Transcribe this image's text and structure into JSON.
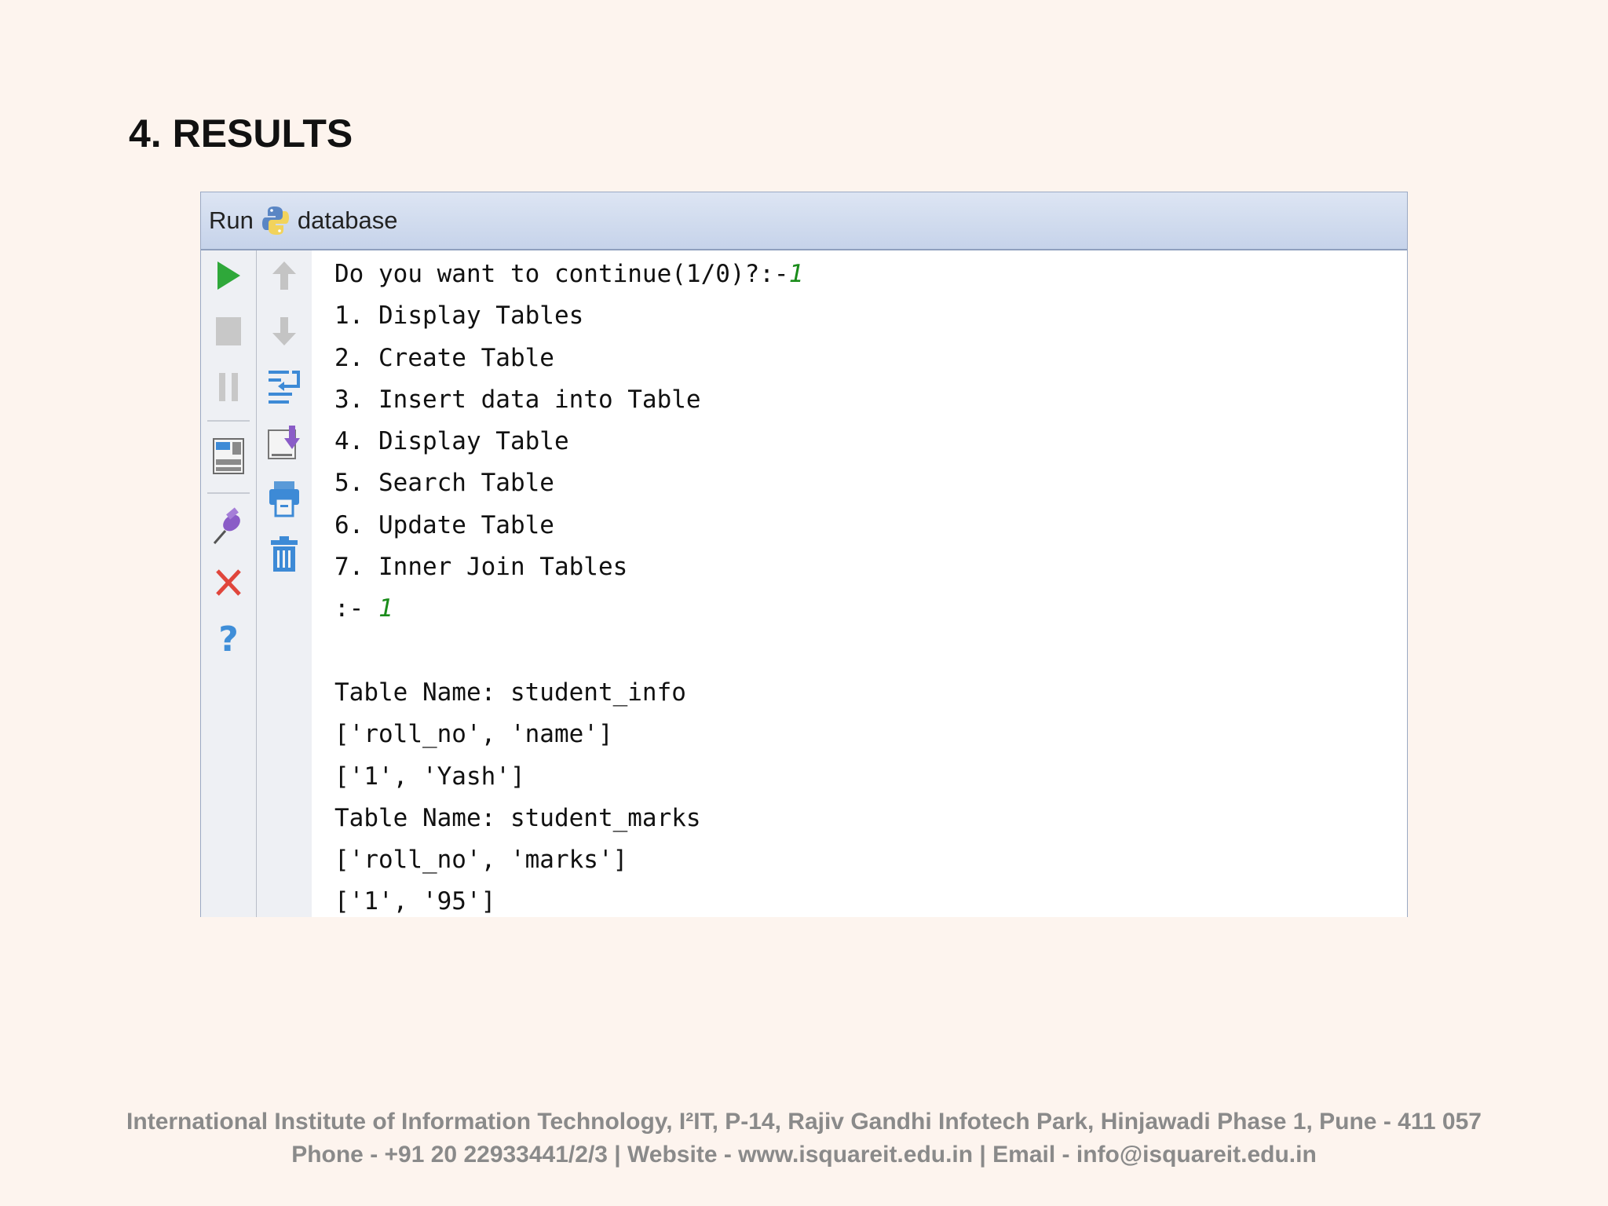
{
  "slide": {
    "title": "4. RESULTS"
  },
  "run_panel": {
    "run_label": "Run",
    "config_name": "database",
    "colors": {
      "header": "#c6d3ea",
      "toolbar": "#eef0f4",
      "input_text": "#1a8c1a"
    },
    "toolbar_left": [
      "rerun-icon",
      "stop-icon",
      "pause-icon",
      "restore-layout-icon",
      "pin-icon",
      "close-icon",
      "help-icon"
    ],
    "toolbar_right": [
      "up-arrow-icon",
      "down-arrow-icon",
      "soft-wrap-icon",
      "scroll-to-end-icon",
      "print-icon",
      "clear-all-icon"
    ]
  },
  "console": {
    "lines": [
      {
        "text": "Do you want to continue(1/0)?:-",
        "input": "1"
      },
      {
        "text": "1. Display Tables",
        "input": ""
      },
      {
        "text": "2. Create Table",
        "input": ""
      },
      {
        "text": "3. Insert data into Table",
        "input": ""
      },
      {
        "text": "4. Display Table",
        "input": ""
      },
      {
        "text": "5. Search Table",
        "input": ""
      },
      {
        "text": "6. Update Table",
        "input": ""
      },
      {
        "text": "7. Inner Join Tables",
        "input": ""
      },
      {
        "text": ":- ",
        "input": "1"
      },
      {
        "text": "",
        "input": ""
      },
      {
        "text": "Table Name: student_info",
        "input": ""
      },
      {
        "text": "['roll_no', 'name']",
        "input": ""
      },
      {
        "text": "['1', 'Yash']",
        "input": ""
      },
      {
        "text": "Table Name: student_marks",
        "input": ""
      },
      {
        "text": "['roll_no', 'marks']",
        "input": ""
      },
      {
        "text": "['1', '95']",
        "input": ""
      }
    ]
  },
  "footer": {
    "line1": "International Institute of Information Technology, I²IT, P-14, Rajiv Gandhi Infotech Park, Hinjawadi Phase 1, Pune - 411 057",
    "line2": "Phone - +91 20 22933441/2/3 | Website - www.isquareit.edu.in | Email - info@isquareit.edu.in"
  }
}
